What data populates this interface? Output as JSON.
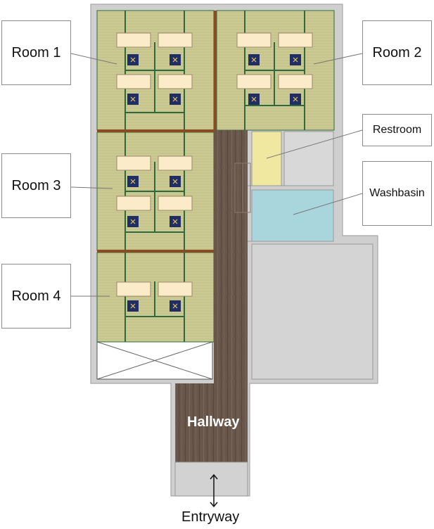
{
  "labels": {
    "room1": "Room 1",
    "room2": "Room 2",
    "room3": "Room 3",
    "room4": "Room 4",
    "restroom": "Restroom",
    "washbasin": "Washbasin",
    "hallway": "Hallway",
    "entryway": "Entryway"
  },
  "colors": {
    "tatami": "#c9c890",
    "tatami_border": "#2e6b3c",
    "beam": "#8a4a22",
    "hallway_wood": "#6b584c",
    "wall": "#cfcfcf",
    "restroom": "#f0e7a0",
    "washbasin": "#a9d6dc",
    "desk": "#fcebc8",
    "cushion": "#1f2f66",
    "cushion_mark": "#e8c060"
  }
}
